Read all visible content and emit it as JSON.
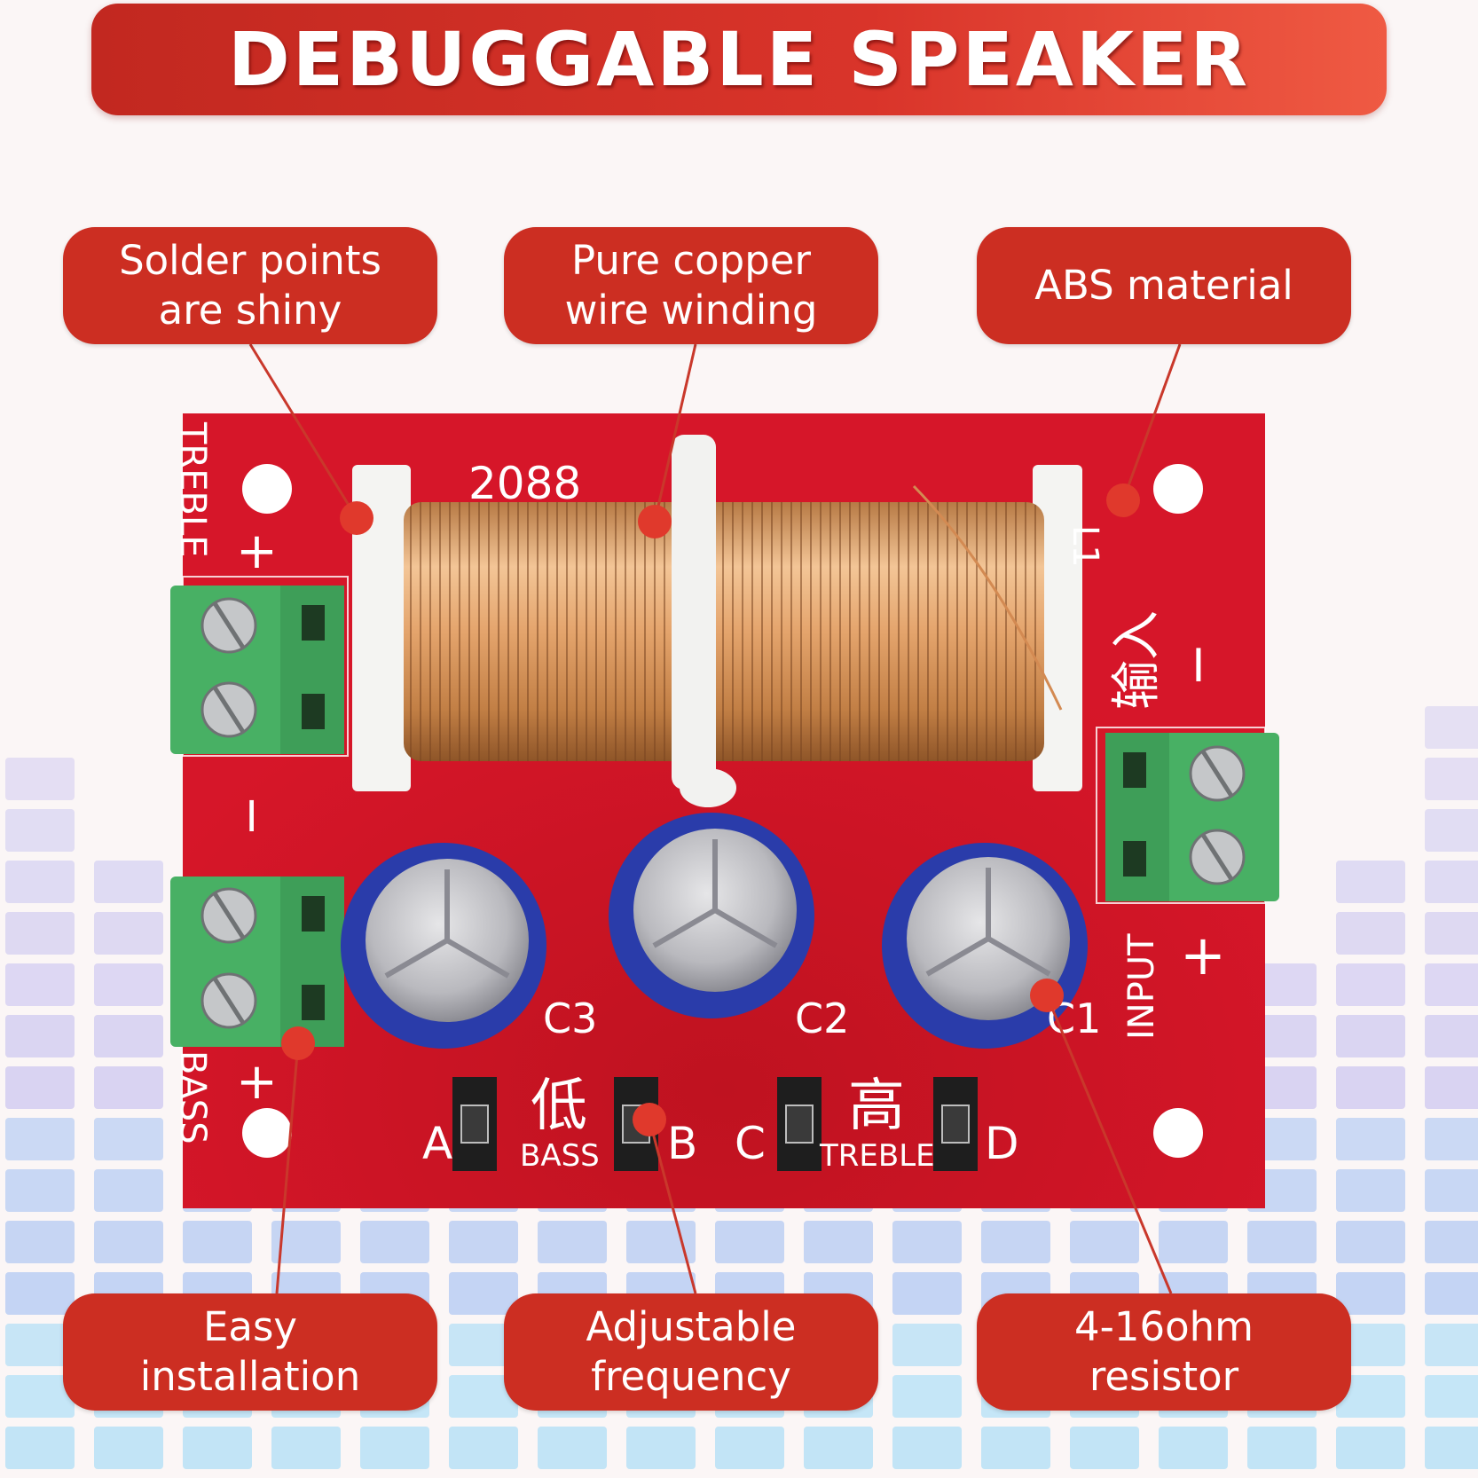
{
  "banner": {
    "title": "DEBUGGABLE SPEAKER"
  },
  "callouts": {
    "solder": {
      "line1": "Solder points",
      "line2": "are shiny"
    },
    "copper": {
      "line1": "Pure copper",
      "line2": "wire winding"
    },
    "abs": {
      "line1": "ABS material"
    },
    "install": {
      "line1": "Easy",
      "line2": "installation"
    },
    "freq": {
      "line1": "Adjustable",
      "line2": "frequency"
    },
    "resistor": {
      "line1": "4-16ohm",
      "line2": "resistor"
    }
  },
  "board": {
    "model": "2088",
    "inductor": "L1",
    "capacitors": [
      "C3",
      "C2",
      "C1"
    ],
    "jumpers": [
      "A",
      "B",
      "C",
      "D"
    ],
    "labels": {
      "treble": "TREBLE",
      "bass": "BASS",
      "input": "INPUT",
      "bass_jumper": "BASS",
      "treble_jumper": "TREBLE",
      "cn_high": "高",
      "cn_low": "低",
      "cn_input": "输入",
      "plus": "+",
      "minus": "−"
    }
  },
  "colors": {
    "callout_red": "#cc2e22",
    "board_red": "#d51528",
    "terminal_green": "#48b064",
    "copper": "#d9985f",
    "capacitor_blue": "#2a3caa"
  }
}
